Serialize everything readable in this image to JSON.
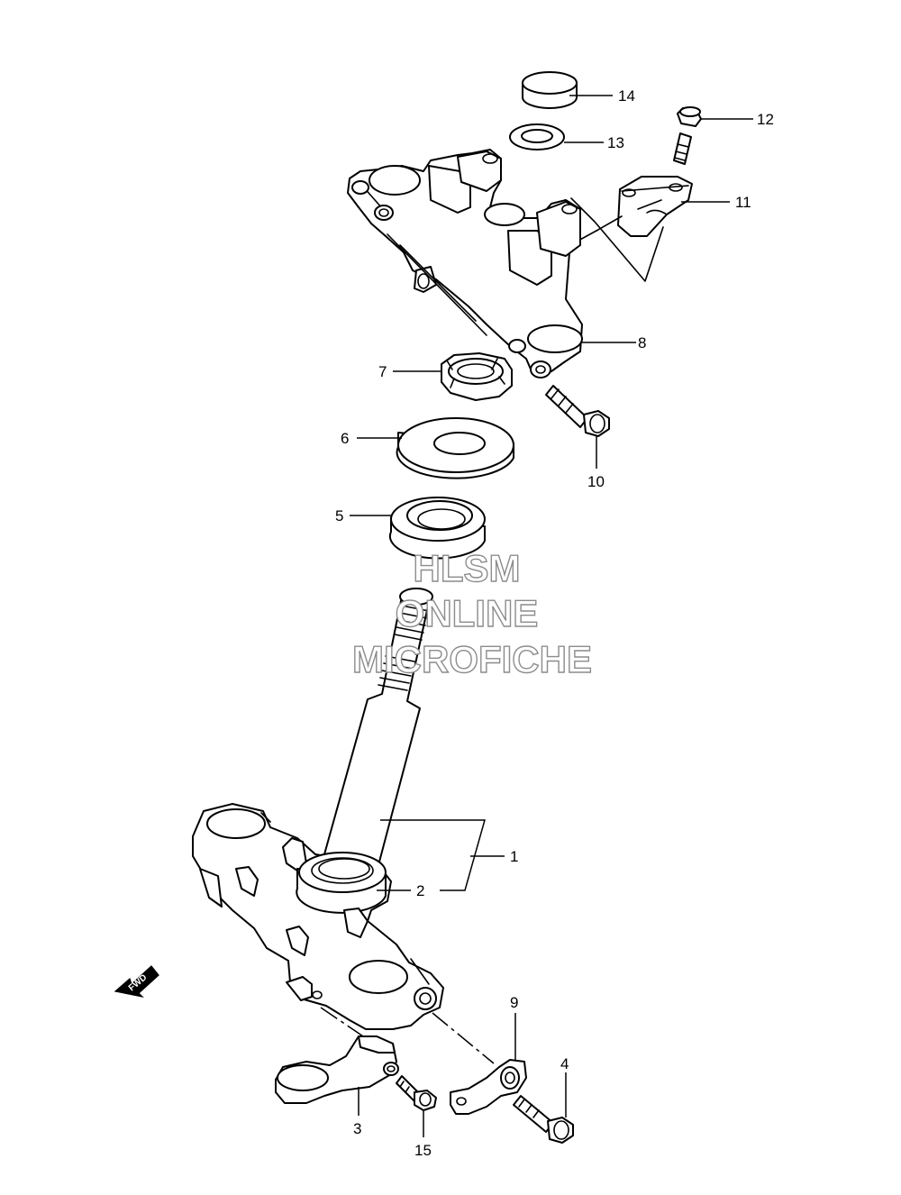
{
  "watermark": {
    "line1": "HLSM",
    "line2": "ONLINE",
    "line3": "MICROFICHE",
    "color": "#8c8c8c"
  },
  "direction_marker": {
    "label": "FWD"
  },
  "callouts": [
    {
      "id": "14",
      "label": "14"
    },
    {
      "id": "12",
      "label": "12"
    },
    {
      "id": "13",
      "label": "13"
    },
    {
      "id": "11",
      "label": "11"
    },
    {
      "id": "8",
      "label": "8"
    },
    {
      "id": "7",
      "label": "7"
    },
    {
      "id": "6",
      "label": "6"
    },
    {
      "id": "10",
      "label": "10"
    },
    {
      "id": "5",
      "label": "5"
    },
    {
      "id": "1",
      "label": "1"
    },
    {
      "id": "2",
      "label": "2"
    },
    {
      "id": "9",
      "label": "9"
    },
    {
      "id": "4",
      "label": "4"
    },
    {
      "id": "3",
      "label": "3"
    },
    {
      "id": "15",
      "label": "15"
    }
  ]
}
